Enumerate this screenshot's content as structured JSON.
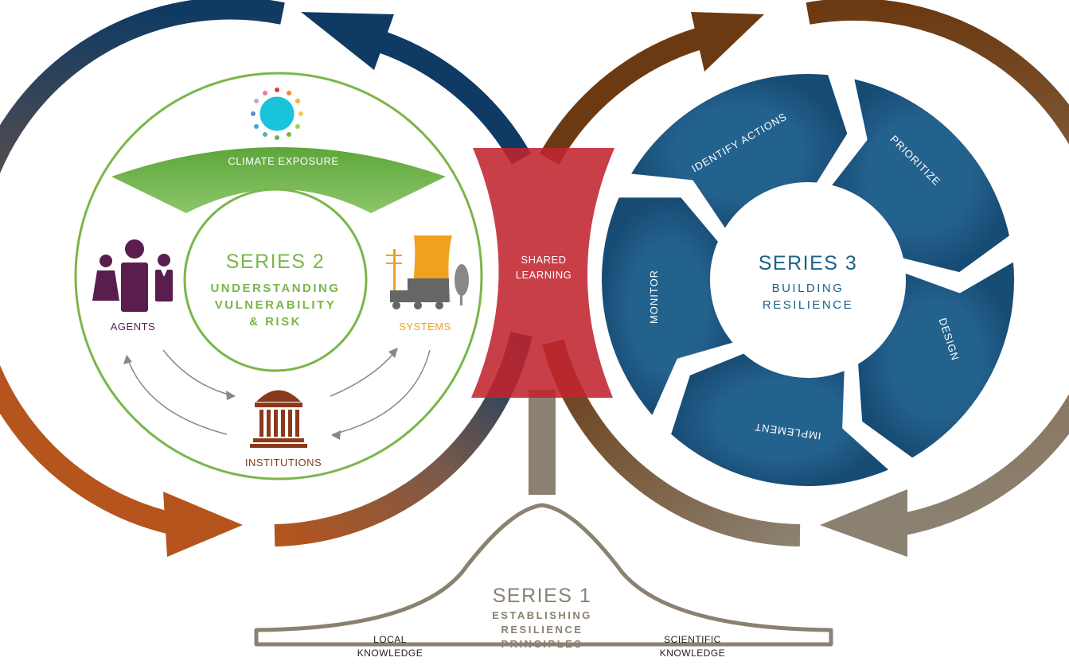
{
  "series1": {
    "title": "SERIES 1",
    "subtitle_lines": [
      "ESTABLISHING",
      "RESILIENCE",
      "PRINCIPLES"
    ],
    "local_knowledge_lines": [
      "LOCAL",
      "KNOWLEDGE"
    ],
    "scientific_knowledge_lines": [
      "SCIENTIFIC",
      "KNOWLEDGE"
    ]
  },
  "series2": {
    "title": "SERIES 2",
    "subtitle_lines": [
      "UNDERSTANDING",
      "VULNERABILITY",
      "& RISK"
    ],
    "climate_exposure": "CLIMATE EXPOSURE",
    "agents": "AGENTS",
    "systems": "SYSTEMS",
    "institutions": "INSTITUTIONS"
  },
  "series3": {
    "title": "SERIES 3",
    "subtitle_lines": [
      "BUILDING",
      "RESILIENCE"
    ],
    "steps": [
      "IDENTIFY ACTIONS",
      "PRIORITIZE",
      "DESIGN",
      "IMPLEMENT",
      "MONITOR"
    ]
  },
  "shared_learning_lines": [
    "SHARED",
    "LEARNING"
  ],
  "colors": {
    "series1": "#8b8170",
    "series2": "#7ab648",
    "series3": "#1e5f8a",
    "agents": "#5a1e4e",
    "systems": "#f0a11e",
    "institutions": "#8a3a1c",
    "shared_learning": "#c2242f",
    "orange_arrow": "#b5541c",
    "navy_arrow": "#0f3a63",
    "brown_arrow": "#6b3a12"
  }
}
